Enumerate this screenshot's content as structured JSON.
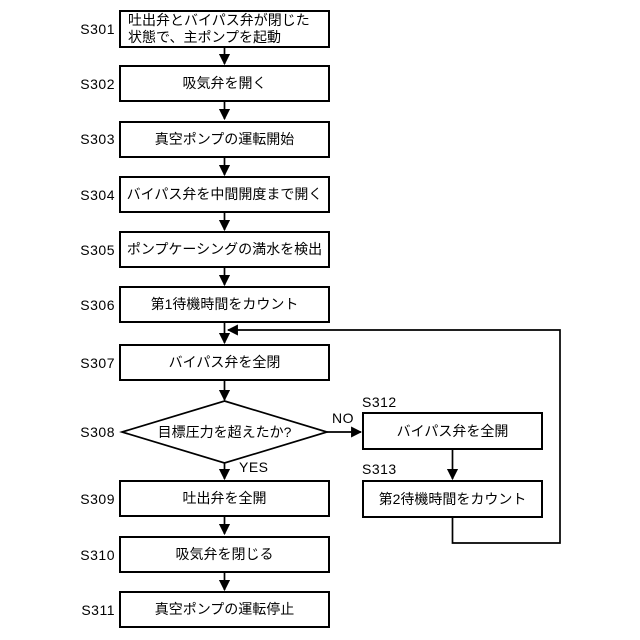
{
  "flowchart": {
    "colors": {
      "background": "#ffffff",
      "line": "#000000",
      "box_fill": "#ffffff",
      "text": "#000000"
    },
    "steps": {
      "s301": {
        "id": "S301",
        "line1": "吐出弁とバイパス弁が閉じた",
        "line2": "状態で、主ポンプを起動"
      },
      "s302": {
        "id": "S302",
        "text": "吸気弁を開く"
      },
      "s303": {
        "id": "S303",
        "text": "真空ポンプの運転開始"
      },
      "s304": {
        "id": "S304",
        "text": "バイパス弁を中間開度まで開く"
      },
      "s305": {
        "id": "S305",
        "text": "ポンプケーシングの満水を検出"
      },
      "s306": {
        "id": "S306",
        "text": "第1待機時間をカウント"
      },
      "s307": {
        "id": "S307",
        "text": "バイパス弁を全閉"
      },
      "s308": {
        "id": "S308",
        "text": "目標圧力を超えたか?",
        "yes": "YES",
        "no": "NO"
      },
      "s309": {
        "id": "S309",
        "text": "吐出弁を全開"
      },
      "s310": {
        "id": "S310",
        "text": "吸気弁を閉じる"
      },
      "s311": {
        "id": "S311",
        "text": "真空ポンプの運転停止"
      },
      "s312": {
        "id": "S312",
        "text": "バイパス弁を全開"
      },
      "s313": {
        "id": "S313",
        "text": "第2待機時間をカウント"
      }
    }
  }
}
